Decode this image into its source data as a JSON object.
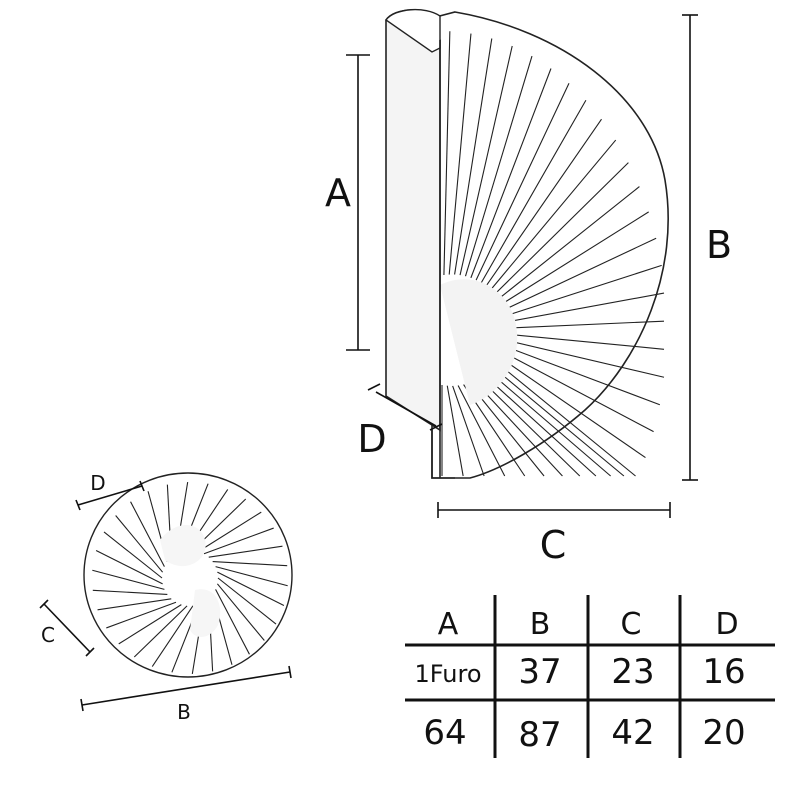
{
  "large_view": {
    "dim_a": "A",
    "dim_b": "B",
    "dim_c": "C",
    "dim_d": "D"
  },
  "small_view": {
    "dim_b": "B",
    "dim_c": "C",
    "dim_d": "D"
  },
  "table": {
    "headers": [
      "A",
      "B",
      "C",
      "D"
    ],
    "rows": [
      [
        "1Furo",
        "37",
        "23",
        "16"
      ],
      [
        "64",
        "87",
        "42",
        "20"
      ]
    ]
  }
}
